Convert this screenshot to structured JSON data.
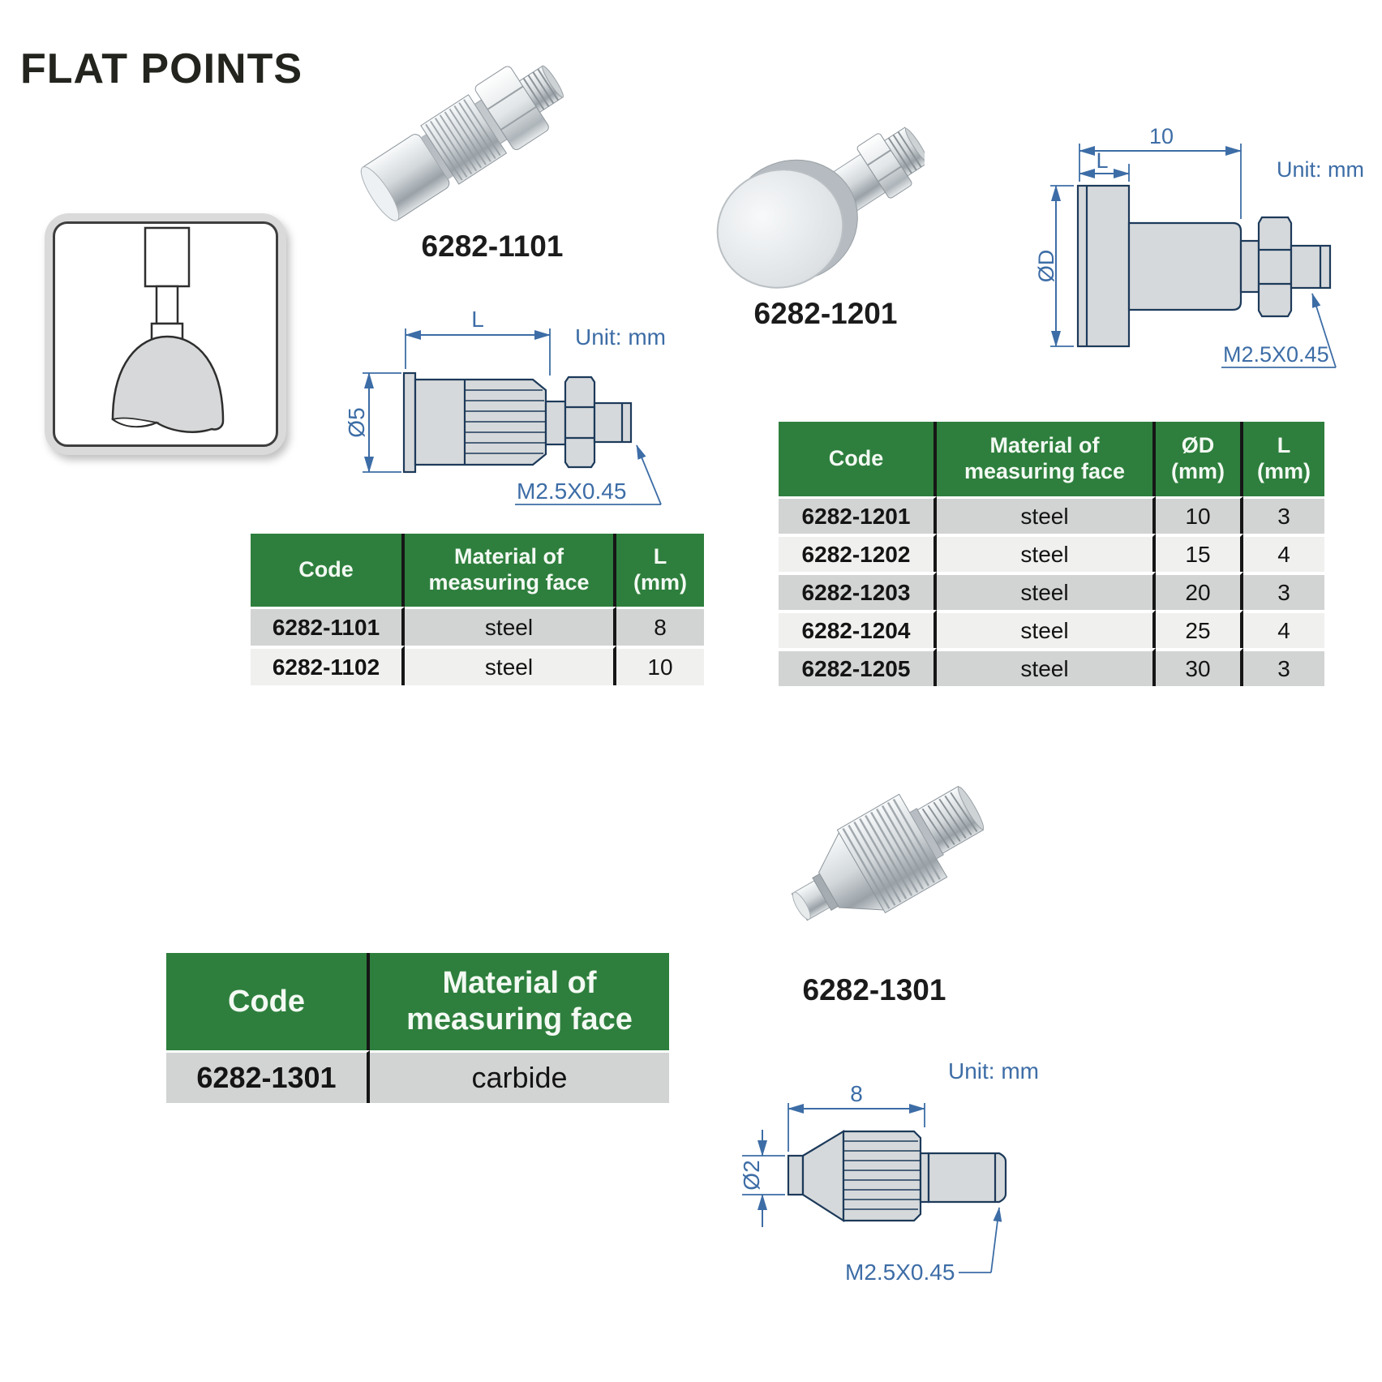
{
  "page": {
    "title": "FLAT POINTS"
  },
  "colors": {
    "header_green": "#2e7f3d",
    "row_gray": "#d2d3d3",
    "row_light": "#f0f0ef",
    "table_divider": "#161616",
    "drawing_outline": "#1d3a5a",
    "dimension_blue": "#3d6da6",
    "part_fill": "#d6d9db"
  },
  "sections": {
    "s1101": {
      "photo_caption": "6282-1101",
      "drawing": {
        "unit": "Unit: mm",
        "length_label": "L",
        "diameter_label": "Ø5",
        "thread_label": "M2.5X0.45"
      },
      "table": {
        "headers": [
          "Code",
          "Material of\nmeasuring face",
          "L\n(mm)"
        ],
        "rows": [
          {
            "code": "6282-1101",
            "material": "steel",
            "l": "8"
          },
          {
            "code": "6282-1102",
            "material": "steel",
            "l": "10"
          }
        ]
      }
    },
    "s1201": {
      "photo_caption": "6282-1201",
      "drawing": {
        "unit": "Unit: mm",
        "overall_label": "10",
        "length_label": "L",
        "diameter_label": "ØD",
        "thread_label": "M2.5X0.45"
      },
      "table": {
        "headers": [
          "Code",
          "Material of\nmeasuring face",
          "ØD\n(mm)",
          "L\n(mm)"
        ],
        "rows": [
          {
            "code": "6282-1201",
            "material": "steel",
            "d": "10",
            "l": "3"
          },
          {
            "code": "6282-1202",
            "material": "steel",
            "d": "15",
            "l": "4"
          },
          {
            "code": "6282-1203",
            "material": "steel",
            "d": "20",
            "l": "3"
          },
          {
            "code": "6282-1204",
            "material": "steel",
            "d": "25",
            "l": "4"
          },
          {
            "code": "6282-1205",
            "material": "steel",
            "d": "30",
            "l": "3"
          }
        ]
      }
    },
    "s1301": {
      "photo_caption": "6282-1301",
      "drawing": {
        "unit": "Unit: mm",
        "length_label": "8",
        "diameter_label": "Ø2",
        "thread_label": "M2.5X0.45"
      },
      "table": {
        "headers": [
          "Code",
          "Material of\nmeasuring face"
        ],
        "rows": [
          {
            "code": "6282-1301",
            "material": "carbide"
          }
        ]
      }
    }
  }
}
